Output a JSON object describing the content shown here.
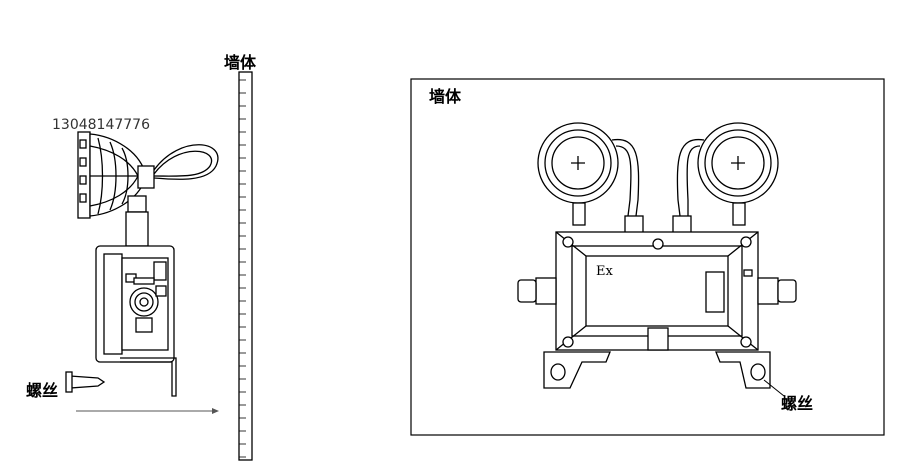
{
  "labels": {
    "wall_left": "墙体",
    "wall_right": "墙体",
    "phone": "13048147776",
    "screw_left": "螺丝",
    "screw_right": "螺丝",
    "ex_mark": "Ex"
  }
}
